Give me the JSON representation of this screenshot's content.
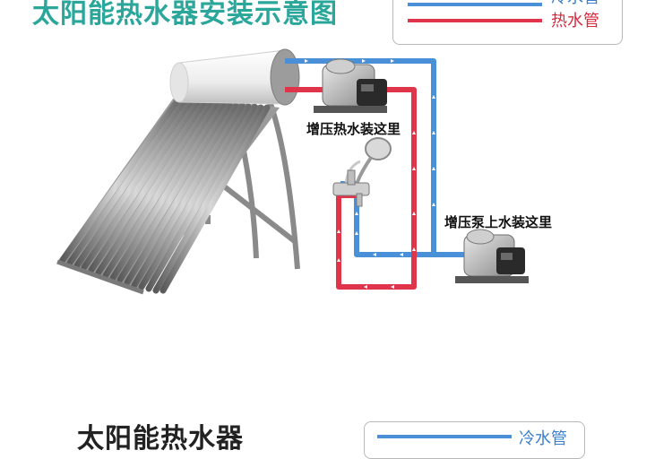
{
  "title": "太阳能热水器安装示意图",
  "legend": {
    "cold_label": "冷水管",
    "hot_label": "热水管",
    "cold_color": "#4a90d9",
    "hot_color": "#e0344a"
  },
  "labels": {
    "hot_pump": "增压热水装这里",
    "cold_pump": "增压泵上水装这里"
  },
  "bottom": {
    "title": "太阳能热水器",
    "legend_label": "冷水管"
  }
}
